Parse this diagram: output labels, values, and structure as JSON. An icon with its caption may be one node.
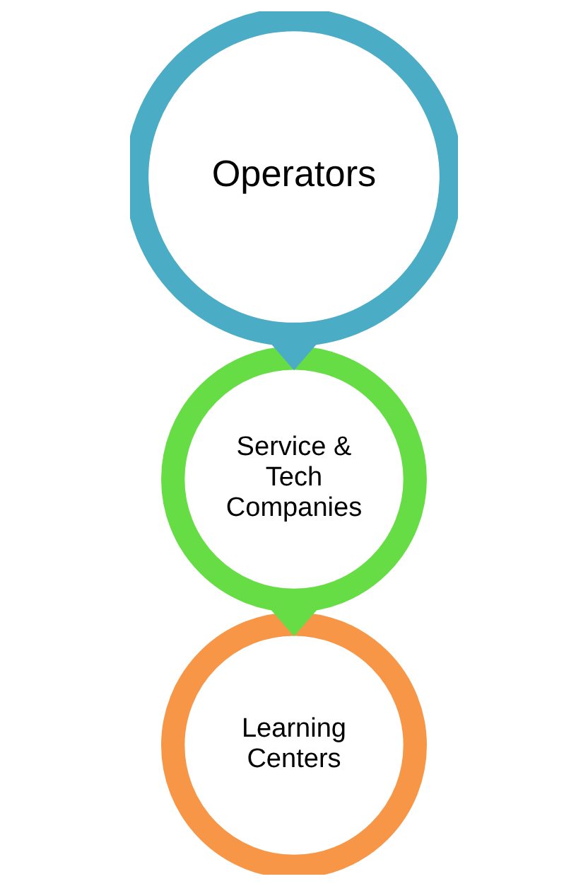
{
  "diagram": {
    "nodes": [
      {
        "text": [
          "Operators"
        ]
      },
      {
        "text": [
          "Service & Tech Companies"
        ]
      },
      {
        "text": [
          "Learning Centers"
        ]
      }
    ],
    "edges": [
      {
        "from": 0,
        "to": 1,
        "arrow": "to",
        "style": "thick",
        "color": "#4bacc6"
      },
      {
        "from": 1,
        "to": 2,
        "arrow": "to",
        "style": "thick",
        "color": "#66dd44"
      }
    ]
  }
}
